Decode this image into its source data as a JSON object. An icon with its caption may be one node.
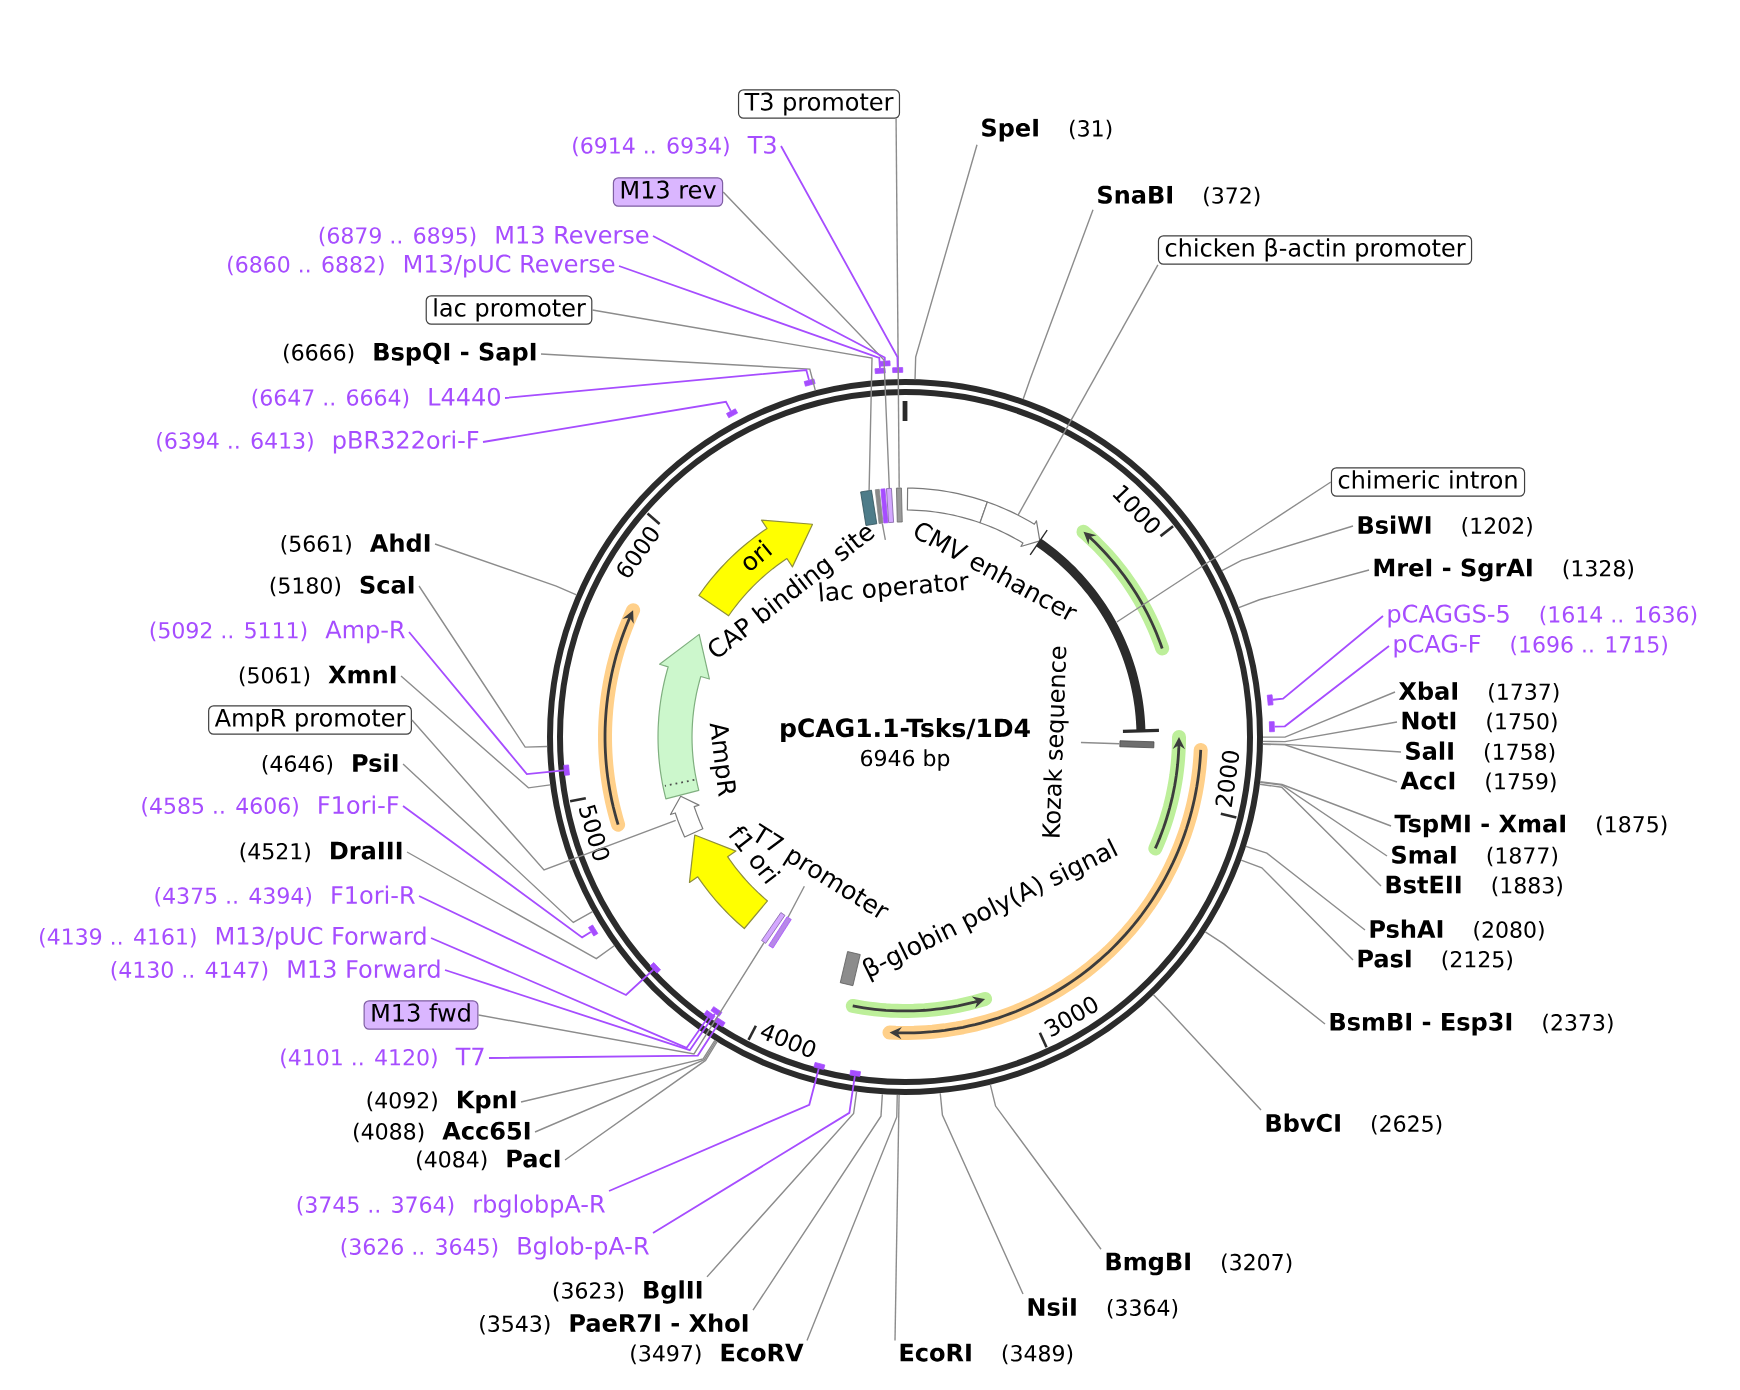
{
  "diagram": {
    "title": "pCAG1.1-Tsks/1D4",
    "nodes": [
      {
        "text": [
          "T3 promoter"
        ]
      },
      {
        "text": [
          "(6914 .. 6934)",
          "T3"
        ]
      },
      {
        "text": [
          "M13 rev"
        ]
      },
      {
        "text": [
          "(6879 .. 6895)",
          "M13 Reverse"
        ]
      },
      {
        "text": [
          "(6860 .. 6882)",
          "M13/pUC Reverse"
        ]
      },
      {
        "text": [
          "lac promoter"
        ]
      },
      {
        "text": [
          "(6666)",
          "BspQI - SapI"
        ]
      },
      {
        "text": [
          "(6647 .. 6664)",
          "L4440"
        ]
      },
      {
        "text": [
          "(6394 .. 6413)",
          "pBR322ori-F"
        ]
      },
      {
        "text": [
          "(5661)",
          "AhdI"
        ]
      },
      {
        "text": [
          "(5180)",
          "ScaI"
        ]
      },
      {
        "text": [
          "(5092 .. 5111)",
          "Amp-R"
        ]
      },
      {
        "text": [
          "(5061)",
          "XmnI"
        ]
      },
      {
        "text": [
          "AmpR promoter"
        ]
      },
      {
        "text": [
          "(4646)",
          "PsiI"
        ]
      },
      {
        "text": [
          "(4585 .. 4606)",
          "F1ori-F"
        ]
      },
      {
        "text": [
          "(4521)",
          "DraIII"
        ]
      },
      {
        "text": [
          "(4375 .. 4394)",
          "F1ori-R"
        ]
      },
      {
        "text": [
          "(4139 .. 4161)",
          "M13/pUC Forward"
        ]
      },
      {
        "text": [
          "(4130 .. 4147)",
          "M13 Forward"
        ]
      },
      {
        "text": [
          "M13 fwd"
        ]
      },
      {
        "text": [
          "(4101 .. 4120)",
          "T7"
        ]
      },
      {
        "text": [
          "(4092)",
          "KpnI"
        ]
      },
      {
        "text": [
          "(4088)",
          "Acc65I"
        ]
      },
      {
        "text": [
          "(4084)",
          "PacI"
        ]
      },
      {
        "text": [
          "(3745 .. 3764)",
          "rbglobpA-R"
        ]
      },
      {
        "text": [
          "(3626 .. 3645)",
          "Bglob-pA-R"
        ]
      },
      {
        "text": [
          "(3623)",
          "BglII"
        ]
      },
      {
        "text": [
          "(3543)",
          "PaeR7I - XhoI"
        ]
      },
      {
        "text": [
          "(3497)",
          "EcoRV"
        ]
      },
      {
        "text": [
          "SpeI",
          "(31)"
        ]
      },
      {
        "text": [
          "SnaBI",
          "(372)"
        ]
      },
      {
        "text": [
          "chicken β-actin promoter"
        ]
      },
      {
        "text": [
          "chimeric intron"
        ]
      },
      {
        "text": [
          "BsiWI",
          "(1202)"
        ]
      },
      {
        "text": [
          "MreI - SgrAI",
          "(1328)"
        ]
      },
      {
        "text": [
          "pCAGGS-5",
          "(1614 .. 1636)"
        ]
      },
      {
        "text": [
          "pCAG-F",
          "(1696 .. 1715)"
        ]
      },
      {
        "text": [
          "XbaI",
          "(1737)"
        ]
      },
      {
        "text": [
          "NotI",
          "(1750)"
        ]
      },
      {
        "text": [
          "SalI",
          "(1758)"
        ]
      },
      {
        "text": [
          "AccI",
          "(1759)"
        ]
      },
      {
        "text": [
          "TspMI - XmaI",
          "(1875)"
        ]
      },
      {
        "text": [
          "SmaI",
          "(1877)"
        ]
      },
      {
        "text": [
          "BstEII",
          "(1883)"
        ]
      },
      {
        "text": [
          "PshAI",
          "(2080)"
        ]
      },
      {
        "text": [
          "PasI",
          "(2125)"
        ]
      },
      {
        "text": [
          "BsmBI - Esp3I",
          "(2373)"
        ]
      },
      {
        "text": [
          "BbvCI",
          "(2625)"
        ]
      },
      {
        "text": [
          "BmgBI",
          "(3207)"
        ]
      },
      {
        "text": [
          "NsiI",
          "(3364)"
        ]
      },
      {
        "text": [
          "EcoRI",
          "(3489)"
        ]
      },
      {
        "text": [],
        "shape": "circle"
      },
      {
        "text": [
          "CAP binding site"
        ],
        "in": 52
      },
      {
        "text": [
          "lac operator"
        ],
        "in": 52
      },
      {
        "text": [
          "CMV enhancer"
        ],
        "in": 52
      },
      {
        "text": [],
        "shape": "arrow",
        "in": 52
      },
      {
        "text": [],
        "shape": "arc",
        "in": 52
      },
      {
        "text": [
          "Kozak sequence"
        ],
        "in": 52
      },
      {
        "text": [],
        "shape": "bar",
        "in": 52
      },
      {
        "text": [
          "β-globin poly(A) signal"
        ],
        "in": 52
      },
      {
        "text": [
          "T7 promoter"
        ],
        "in": 52
      },
      {
        "text": [
          "f1 ori"
        ],
        "in": 52
      },
      {
        "text": [
          "AmpR"
        ],
        "in": 52
      },
      {
        "text": [],
        "shape": "arrow",
        "in": 52
      },
      {
        "text": [
          "ori"
        ],
        "in": 52
      },
      {
        "text": [],
        "shape": "bar",
        "in": 52
      },
      {
        "text": [],
        "shape": "bar",
        "in": 52
      },
      {
        "text": [],
        "shape": "bar",
        "in": 52
      },
      {
        "text": [],
        "shape": "bar",
        "in": 52
      },
      {
        "text": [],
        "shape": "bar",
        "in": 52
      },
      {
        "text": [],
        "shape": "bar",
        "in": 52
      },
      {
        "text": [],
        "shape": "bar",
        "in": 52
      },
      {
        "text": [],
        "shape": "bar"
      },
      {
        "text": [],
        "shape": "bar"
      },
      {
        "text": [],
        "shape": "bar"
      },
      {
        "text": [],
        "shape": "bar"
      },
      {
        "text": [],
        "shape": "bar"
      },
      {
        "text": [],
        "shape": "bar",
        "in": 52
      },
      {
        "text": [],
        "shape": "bar"
      },
      {
        "text": [],
        "shape": "bar",
        "in": 52
      },
      {
        "text": [],
        "shape": "bar",
        "in": 52
      },
      {
        "text": [],
        "shape": "bar",
        "in": 52
      },
      {
        "text": [],
        "shape": "bar",
        "in": 52
      },
      {
        "text": [],
        "shape": "bar",
        "in": 52
      },
      {
        "text": [],
        "shape": "bar",
        "in": 52
      },
      {
        "text": [],
        "shape": "bar"
      },
      {
        "text": [],
        "shape": "bar"
      }
    ],
    "edges": [
      {
        "from": 0,
        "to": 70,
        "arrow": "none"
      },
      {
        "from": 1,
        "to": 73,
        "arrow": "none",
        "color": "#a64dff"
      },
      {
        "from": 2,
        "to": 69,
        "arrow": "none"
      },
      {
        "from": 3,
        "to": 74,
        "arrow": "none",
        "color": "#a64dff"
      },
      {
        "from": 4,
        "to": 75,
        "arrow": "none",
        "color": "#a64dff"
      },
      {
        "from": 5,
        "to": 66,
        "arrow": "none"
      },
      {
        "from": 6,
        "to": 52,
        "arrow": "none"
      },
      {
        "from": 7,
        "to": 76,
        "arrow": "none",
        "color": "#a64dff"
      },
      {
        "from": 8,
        "to": 77,
        "arrow": "none",
        "color": "#a64dff"
      },
      {
        "from": 9,
        "to": 52,
        "arrow": "none"
      },
      {
        "from": 10,
        "to": 52,
        "arrow": "none"
      },
      {
        "from": 11,
        "to": 78,
        "arrow": "none",
        "color": "#a64dff"
      },
      {
        "from": 12,
        "to": 52,
        "arrow": "none"
      },
      {
        "from": 13,
        "to": 64,
        "arrow": "none"
      },
      {
        "from": 14,
        "to": 52,
        "arrow": "none"
      },
      {
        "from": 15,
        "to": 79,
        "arrow": "none",
        "color": "#a64dff"
      },
      {
        "from": 16,
        "to": 52,
        "arrow": "none"
      },
      {
        "from": 17,
        "to": 80,
        "arrow": "none",
        "color": "#a64dff"
      },
      {
        "from": 18,
        "to": 81,
        "arrow": "none",
        "color": "#a64dff"
      },
      {
        "from": 19,
        "to": 82,
        "arrow": "none",
        "color": "#a64dff"
      },
      {
        "from": 20,
        "to": 72,
        "arrow": "none"
      },
      {
        "from": 21,
        "to": 83,
        "arrow": "none",
        "color": "#a64dff"
      },
      {
        "from": 22,
        "to": 52,
        "arrow": "none"
      },
      {
        "from": 23,
        "to": 52,
        "arrow": "none"
      },
      {
        "from": 24,
        "to": 52,
        "arrow": "none"
      },
      {
        "from": 25,
        "to": 84,
        "arrow": "none",
        "color": "#a64dff"
      },
      {
        "from": 26,
        "to": 85,
        "arrow": "none",
        "color": "#a64dff"
      },
      {
        "from": 27,
        "to": 52,
        "arrow": "none"
      },
      {
        "from": 28,
        "to": 52,
        "arrow": "none"
      },
      {
        "from": 29,
        "to": 52,
        "arrow": "none"
      },
      {
        "from": 30,
        "to": 52,
        "arrow": "none"
      },
      {
        "from": 31,
        "to": 52,
        "arrow": "none"
      },
      {
        "from": 32,
        "to": 56,
        "arrow": "none"
      },
      {
        "from": 33,
        "to": 57,
        "arrow": "none"
      },
      {
        "from": 34,
        "to": 52,
        "arrow": "none"
      },
      {
        "from": 35,
        "to": 52,
        "arrow": "none"
      },
      {
        "from": 36,
        "to": 86,
        "arrow": "none",
        "color": "#a64dff"
      },
      {
        "from": 37,
        "to": 87,
        "arrow": "none",
        "color": "#a64dff"
      },
      {
        "from": 38,
        "to": 52,
        "arrow": "none"
      },
      {
        "from": 39,
        "to": 52,
        "arrow": "none"
      },
      {
        "from": 40,
        "to": 52,
        "arrow": "none"
      },
      {
        "from": 41,
        "to": 52,
        "arrow": "none"
      },
      {
        "from": 42,
        "to": 52,
        "arrow": "none"
      },
      {
        "from": 43,
        "to": 52,
        "arrow": "none"
      },
      {
        "from": 44,
        "to": 52,
        "arrow": "none"
      },
      {
        "from": 45,
        "to": 52,
        "arrow": "none"
      },
      {
        "from": 46,
        "to": 52,
        "arrow": "none"
      },
      {
        "from": 47,
        "to": 52,
        "arrow": "none"
      },
      {
        "from": 48,
        "to": 52,
        "arrow": "none"
      },
      {
        "from": 49,
        "to": 52,
        "arrow": "none"
      },
      {
        "from": 50,
        "to": 52,
        "arrow": "none"
      },
      {
        "from": 51,
        "to": 52,
        "arrow": "none"
      },
      {
        "from": 53,
        "to": 67,
        "arrow": "none"
      },
      {
        "from": 58,
        "to": 59,
        "arrow": "none"
      },
      {
        "from": 61,
        "to": 71,
        "arrow": "none"
      }
    ],
    "labels": [
      "6946 bp",
      "1000",
      "2000",
      "3000",
      "4000",
      "5000",
      "6000"
    ]
  }
}
